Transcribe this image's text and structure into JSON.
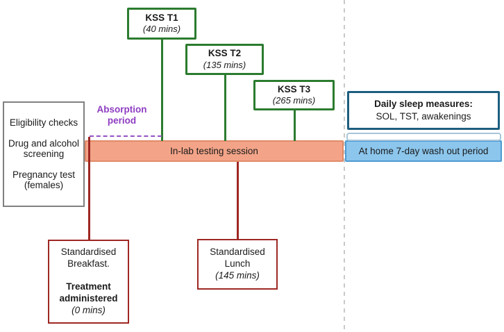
{
  "kss": [
    {
      "title": "KSS T1",
      "time": "(40 mins)"
    },
    {
      "title": "KSS T2",
      "time": "(135 mins)"
    },
    {
      "title": "KSS T3",
      "time": "(265 mins)"
    }
  ],
  "eligibility": {
    "item1": "Eligibility checks",
    "item2_line1": "Drug and alcohol",
    "item2_line2": "screening",
    "item3_line1": "Pregnancy test",
    "item3_line2": "(females)"
  },
  "absorption": {
    "line1": "Absorption",
    "line2": "period"
  },
  "bars": {
    "inlab": "In-lab testing session",
    "washout": "At home 7-day wash out period"
  },
  "sleep": {
    "title": "Daily sleep measures:",
    "measures": "SOL, TST, awakenings"
  },
  "breakfast": {
    "line1": "Standardised",
    "line2": "Breakfast.",
    "bold1": "Treatment",
    "bold2": "administered",
    "time": "(0 mins)"
  },
  "lunch": {
    "line1": "Standardised",
    "line2": "Lunch",
    "time": "(145 mins)"
  },
  "colors": {
    "green_border": "#2b7b2f",
    "dark_red": "#9e2723",
    "orange_fill": "#f3a488",
    "orange_border": "#e08a68",
    "blue_fill": "#8cc6ed",
    "blue_border": "#4d9ad2",
    "teal_border": "#1d5e7f",
    "bracket_border": "#a6c6da",
    "purple": "#8e3cc2",
    "gray_border": "#808080",
    "dashed_gray": "#c9c9c9"
  }
}
